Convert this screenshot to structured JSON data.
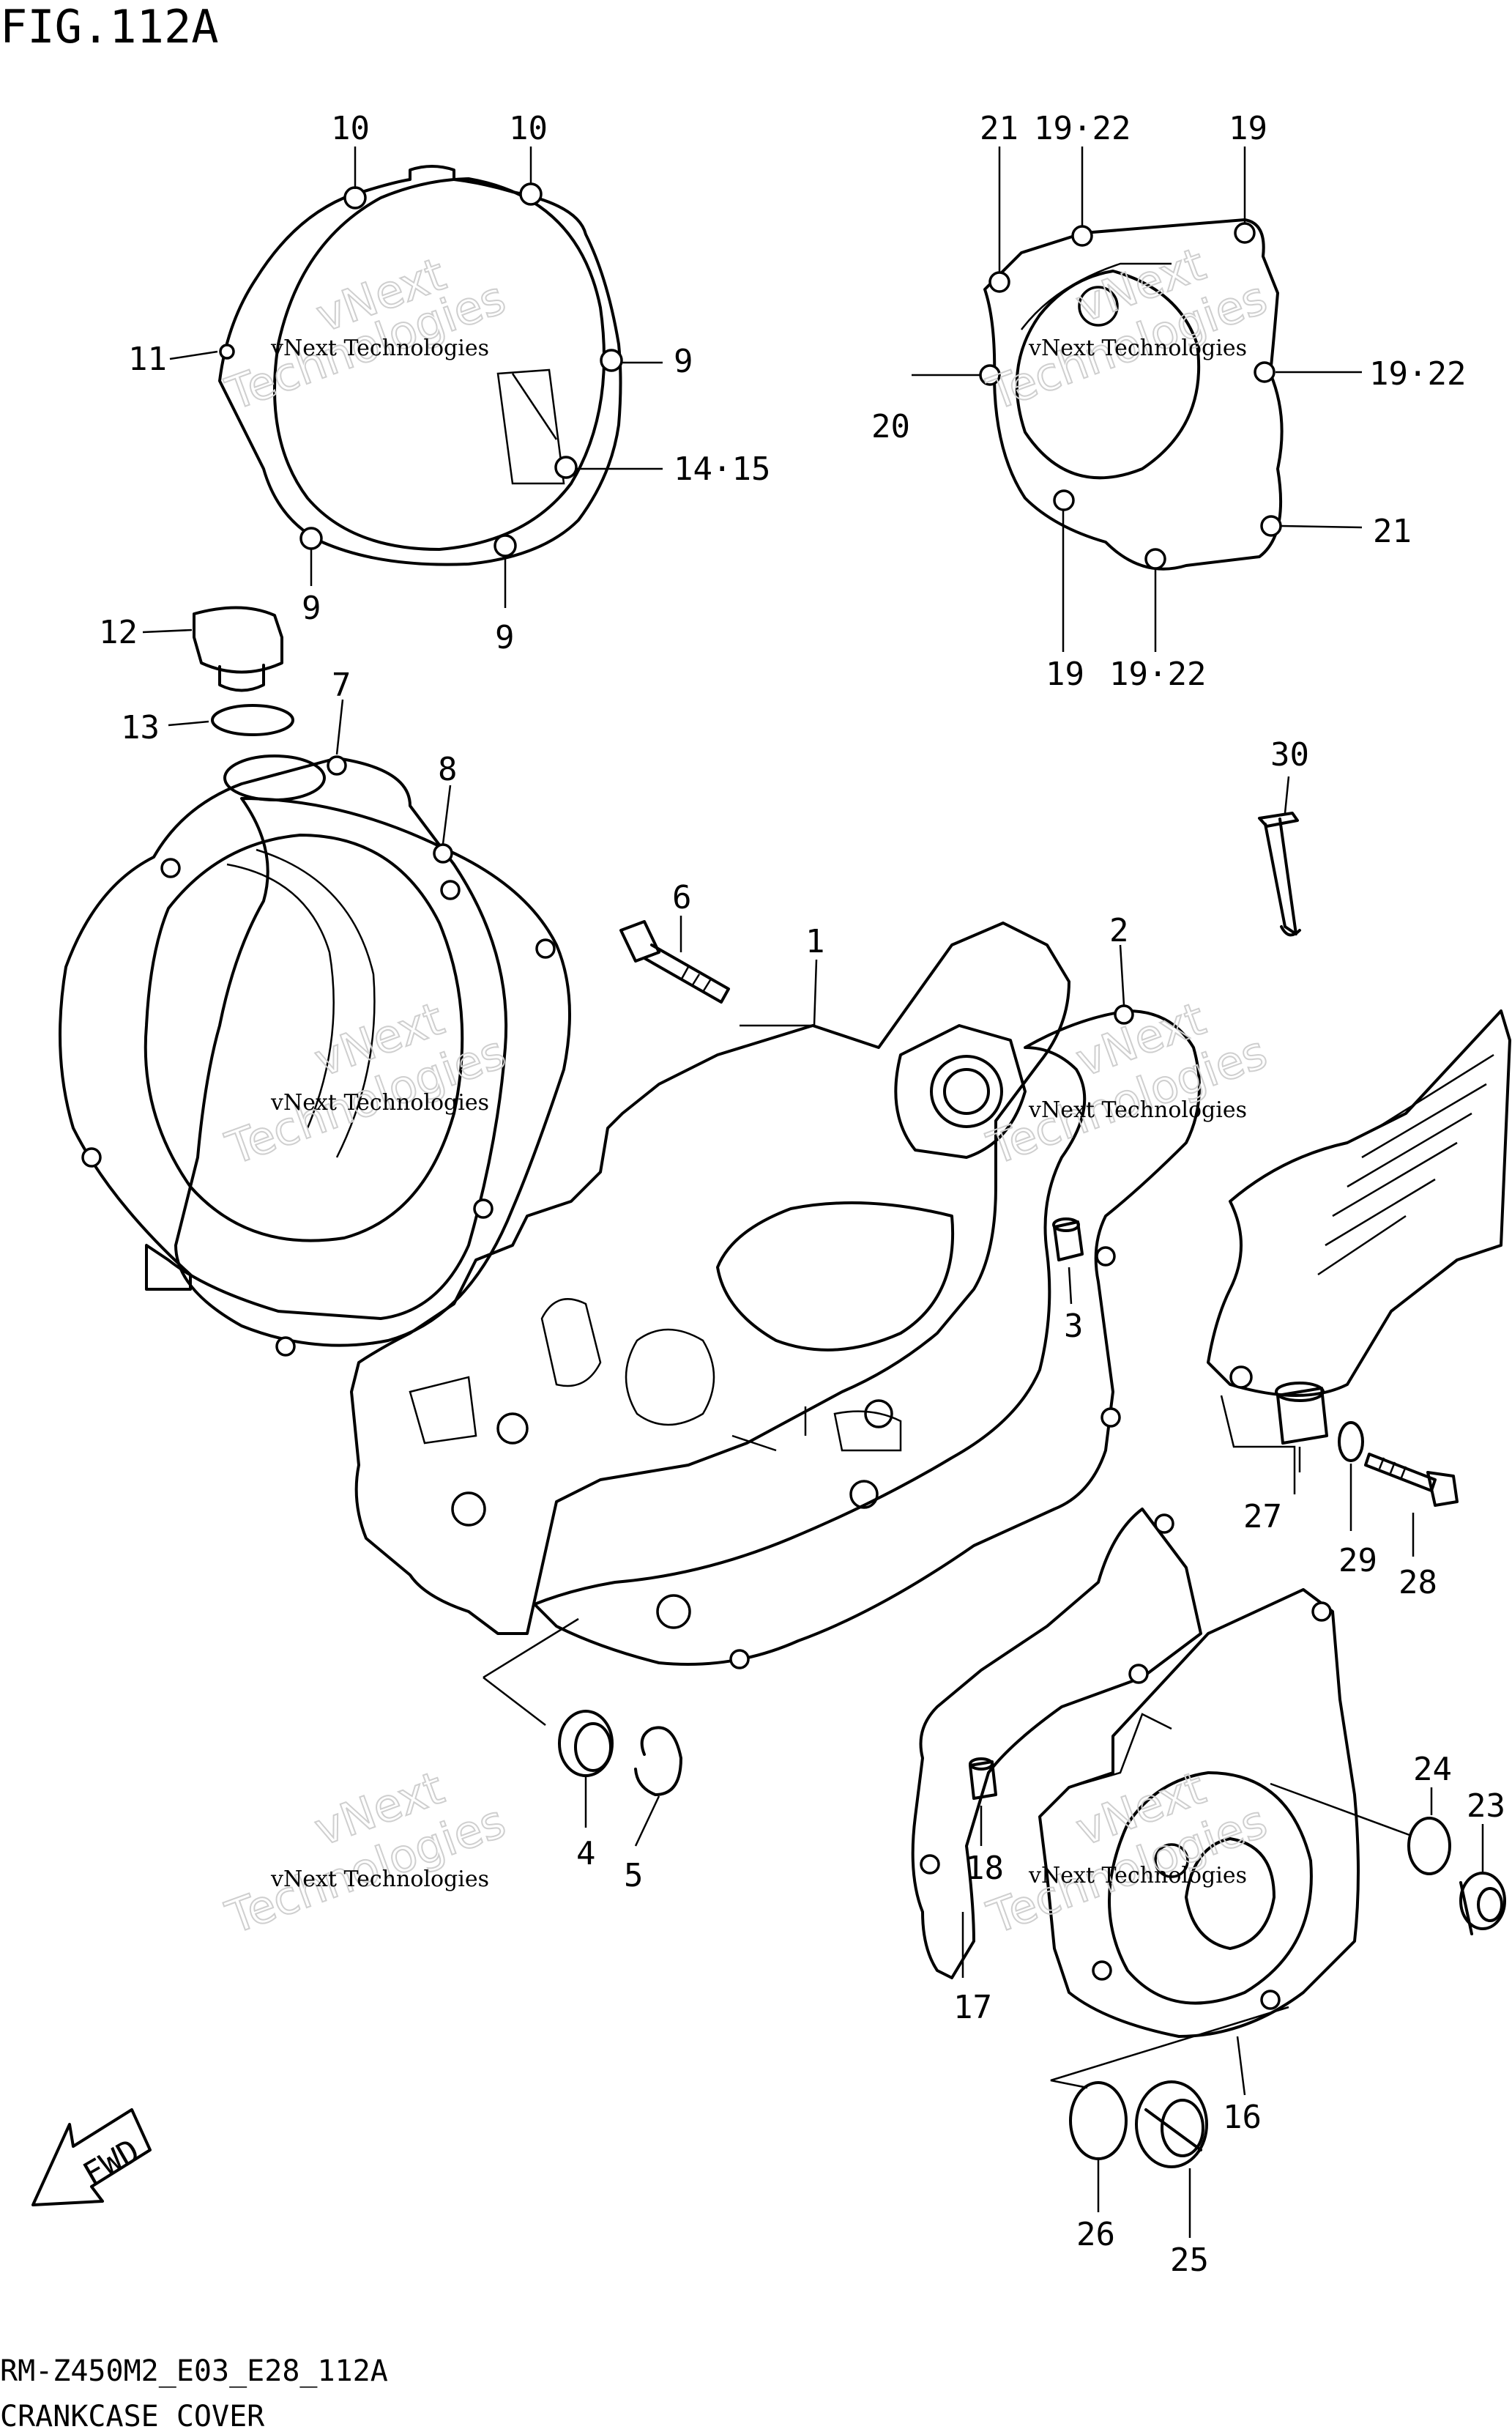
{
  "header": {
    "title": "FIG.112A"
  },
  "footer": {
    "code": "RM-Z450M2_E03_E28_112A",
    "caption": "CRANKCASE COVER"
  },
  "watermark": {
    "small_text": "vNext Technologies",
    "big_word_1": "vNext",
    "big_word_2": "Technologies"
  },
  "fwd_label": "FWD",
  "callouts": {
    "c1": "1",
    "c2": "2",
    "c3": "3",
    "c4": "4",
    "c5": "5",
    "c6": "6",
    "c7": "7",
    "c8": "8",
    "c9a": "9",
    "c9b": "9",
    "c9c": "9",
    "c10a": "10",
    "c10b": "10",
    "c11": "11",
    "c12": "12",
    "c13": "13",
    "c14_15": "14·15",
    "c16": "16",
    "c17": "17",
    "c18": "18",
    "c19a": "19",
    "c19b": "19",
    "c19_22a": "19·22",
    "c19_22b": "19·22",
    "c19_22c": "19·22",
    "c20": "20",
    "c21a": "21",
    "c21b": "21",
    "c23": "23",
    "c24": "24",
    "c25": "25",
    "c26": "26",
    "c27": "27",
    "c28": "28",
    "c29": "29",
    "c30": "30"
  },
  "icons": [
    "arrow-fwd-icon"
  ]
}
